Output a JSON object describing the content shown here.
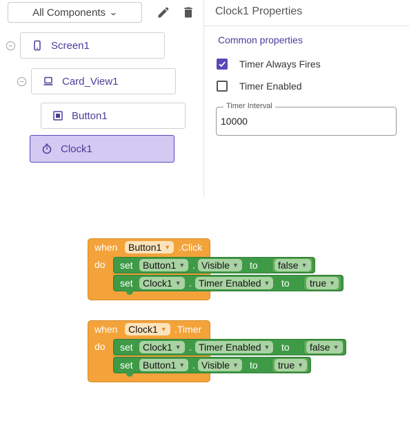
{
  "toolbar": {
    "dropdown_label": "All Components",
    "dropdown_icon": "chevron-down-icon",
    "rename_icon": "pencil-icon",
    "delete_icon": "trash-icon"
  },
  "tree": {
    "screen": {
      "label": "Screen1",
      "icon": "phone-icon"
    },
    "card": {
      "label": "Card_View1",
      "icon": "laptop-icon"
    },
    "button": {
      "label": "Button1",
      "icon": "button-icon"
    },
    "clock": {
      "label": "Clock1",
      "icon": "stopwatch-icon",
      "selected": true
    }
  },
  "properties": {
    "title": "Clock1 Properties",
    "section": "Common properties",
    "timer_always_fires": {
      "label": "Timer Always Fires",
      "checked": true
    },
    "timer_enabled": {
      "label": "Timer Enabled",
      "checked": false
    },
    "timer_interval": {
      "label": "Timer Interval",
      "value": "10000"
    }
  },
  "blocks": {
    "event1": {
      "when": "when",
      "component": "Button1",
      "event": ".Click",
      "do": "do",
      "statements": [
        {
          "set": "set",
          "component": "Button1",
          "dot": ".",
          "property": "Visible",
          "to": "to",
          "value": "false"
        },
        {
          "set": "set",
          "component": "Clock1",
          "dot": ".",
          "property": "Timer Enabled",
          "to": "to",
          "value": "true"
        }
      ]
    },
    "event2": {
      "when": "when",
      "component": "Clock1",
      "event": ".Timer",
      "do": "do",
      "statements": [
        {
          "set": "set",
          "component": "Clock1",
          "dot": ".",
          "property": "Timer Enabled",
          "to": "to",
          "value": "false"
        },
        {
          "set": "set",
          "component": "Button1",
          "dot": ".",
          "property": "Visible",
          "to": "to",
          "value": "true"
        }
      ]
    }
  },
  "colors": {
    "accent": "#5c47b8",
    "selected_bg": "#d4c9f3",
    "event_block": "#f3a33a",
    "component_block": "#3f9a47",
    "logic_block": "#5cab55"
  }
}
